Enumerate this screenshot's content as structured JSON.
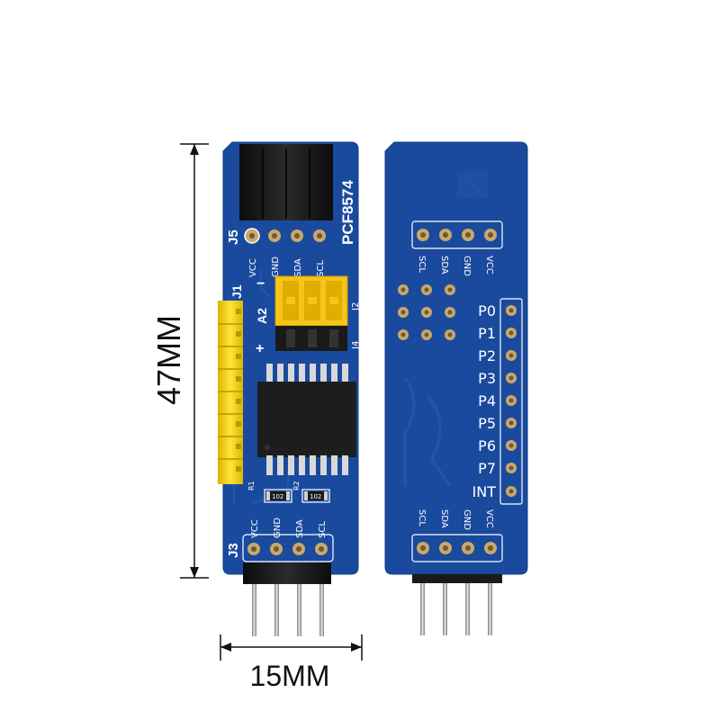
{
  "dimensions": {
    "height_label": "47MM",
    "width_label": "15MM"
  },
  "front_board": {
    "chip_label": "PCF8574",
    "top_header_label": "J5",
    "top_pins": [
      "VCC",
      "GND",
      "SDA",
      "SCL"
    ],
    "side_header_label": "J1",
    "jumper_labels": [
      "A2",
      "J2",
      "J4"
    ],
    "minus_sign": "−",
    "plus_sign": "+",
    "resistor_labels": [
      "R1",
      "R2"
    ],
    "resistor_values": [
      "102",
      "102"
    ],
    "bottom_header_label": "J3",
    "bottom_pins": [
      "VCC",
      "GND",
      "SDA",
      "SCL"
    ]
  },
  "back_board": {
    "top_pins": [
      "SCL",
      "SDA",
      "GND",
      "VCC"
    ],
    "port_labels": [
      "P0",
      "P1",
      "P2",
      "P3",
      "P4",
      "P5",
      "P6",
      "P7",
      "INT"
    ],
    "bottom_pins": [
      "SCL",
      "SDA",
      "GND",
      "VCC"
    ]
  },
  "colors": {
    "pcb": "#1a4a9e",
    "pcb_dark": "#14397d",
    "header_yellow": "#f4d20c",
    "jumper_yellow": "#f5c518",
    "header_black": "#1a1a1a",
    "pin_metal": "#b8b8b8"
  }
}
